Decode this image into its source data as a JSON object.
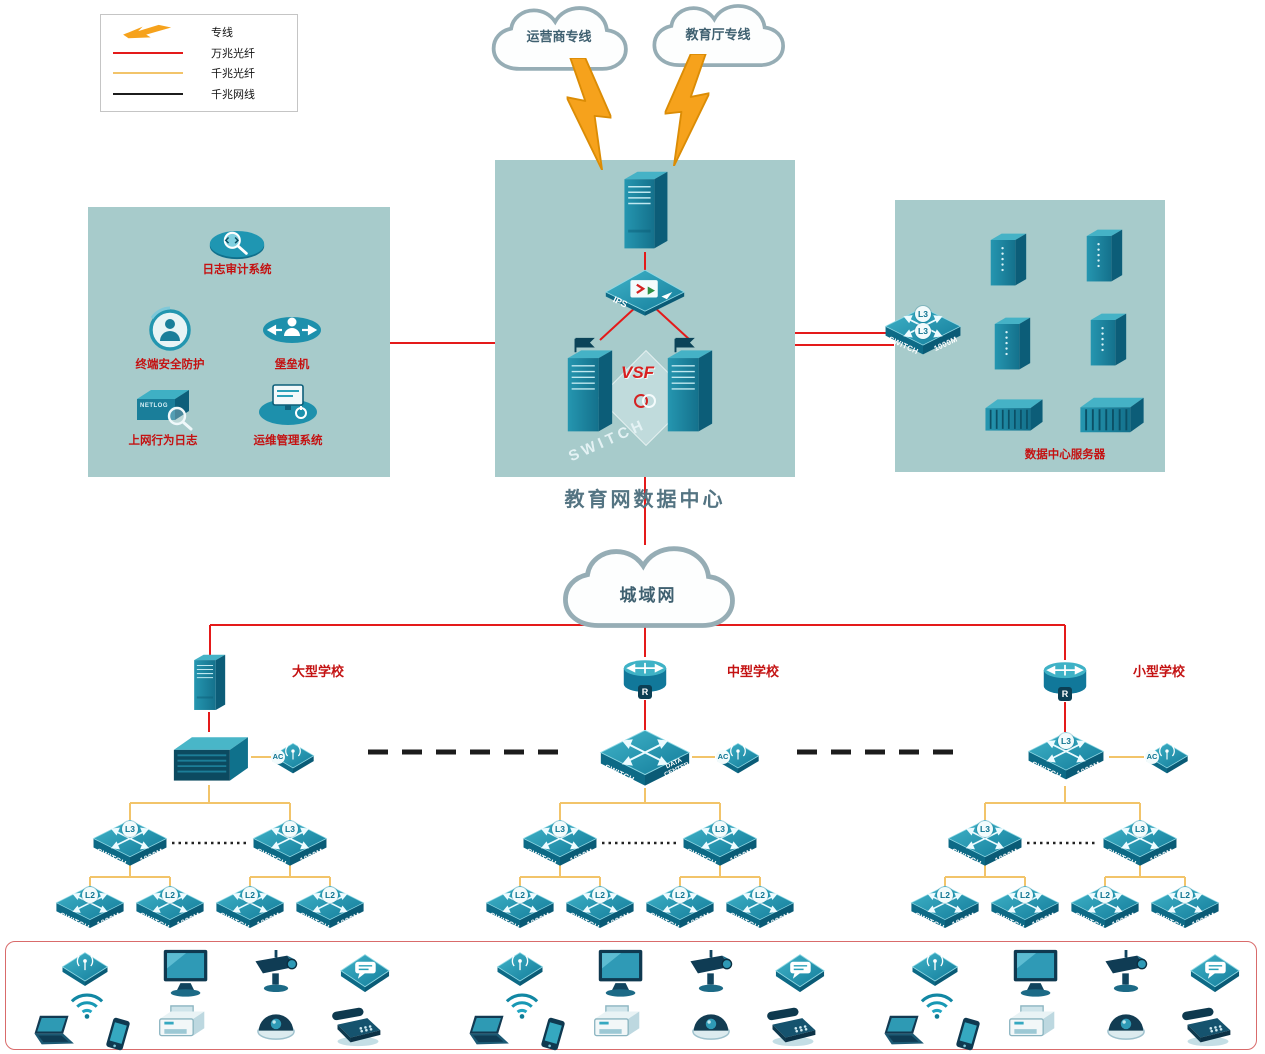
{
  "legend": {
    "items": [
      {
        "label": "专线"
      },
      {
        "label": "万兆光纤"
      },
      {
        "label": "千兆光纤"
      },
      {
        "label": "千兆网线"
      }
    ]
  },
  "clouds": {
    "carrier": "运营商专线",
    "education": "教育厅专线",
    "man": "城域网"
  },
  "datacenter": {
    "title": "教育网数据中心",
    "vsf_label": "VSF",
    "ips_label": "IPS",
    "switch_word": "SWITCH"
  },
  "security_panel": {
    "items": [
      {
        "label": "日志审计系统"
      },
      {
        "label": "终端安全防护"
      },
      {
        "label": "堡垒机"
      },
      {
        "label": "上网行为日志"
      },
      {
        "label": "运维管理系统"
      }
    ],
    "netlog_text": "NETLOG"
  },
  "server_panel": {
    "caption": "数据中心服务器"
  },
  "schools": [
    {
      "name": "大型学校"
    },
    {
      "name": "中型学校"
    },
    {
      "name": "小型学校"
    }
  ],
  "device_labels": {
    "switch": "SWITCH",
    "speed": "1000M",
    "l3": "L3",
    "l2": "L2",
    "ac": "AC",
    "router": "R",
    "data_center_line1": "DATA",
    "data_center_line2": "CENTER"
  },
  "colors": {
    "line_10g_fiber": "#e41a1a",
    "line_1g_fiber": "#f2c46a",
    "line_1g_cable": "#1c1c1c",
    "panel_bg": "#a7cbcb",
    "device_teal": "#1a8aa6",
    "label_red": "#c41212"
  }
}
